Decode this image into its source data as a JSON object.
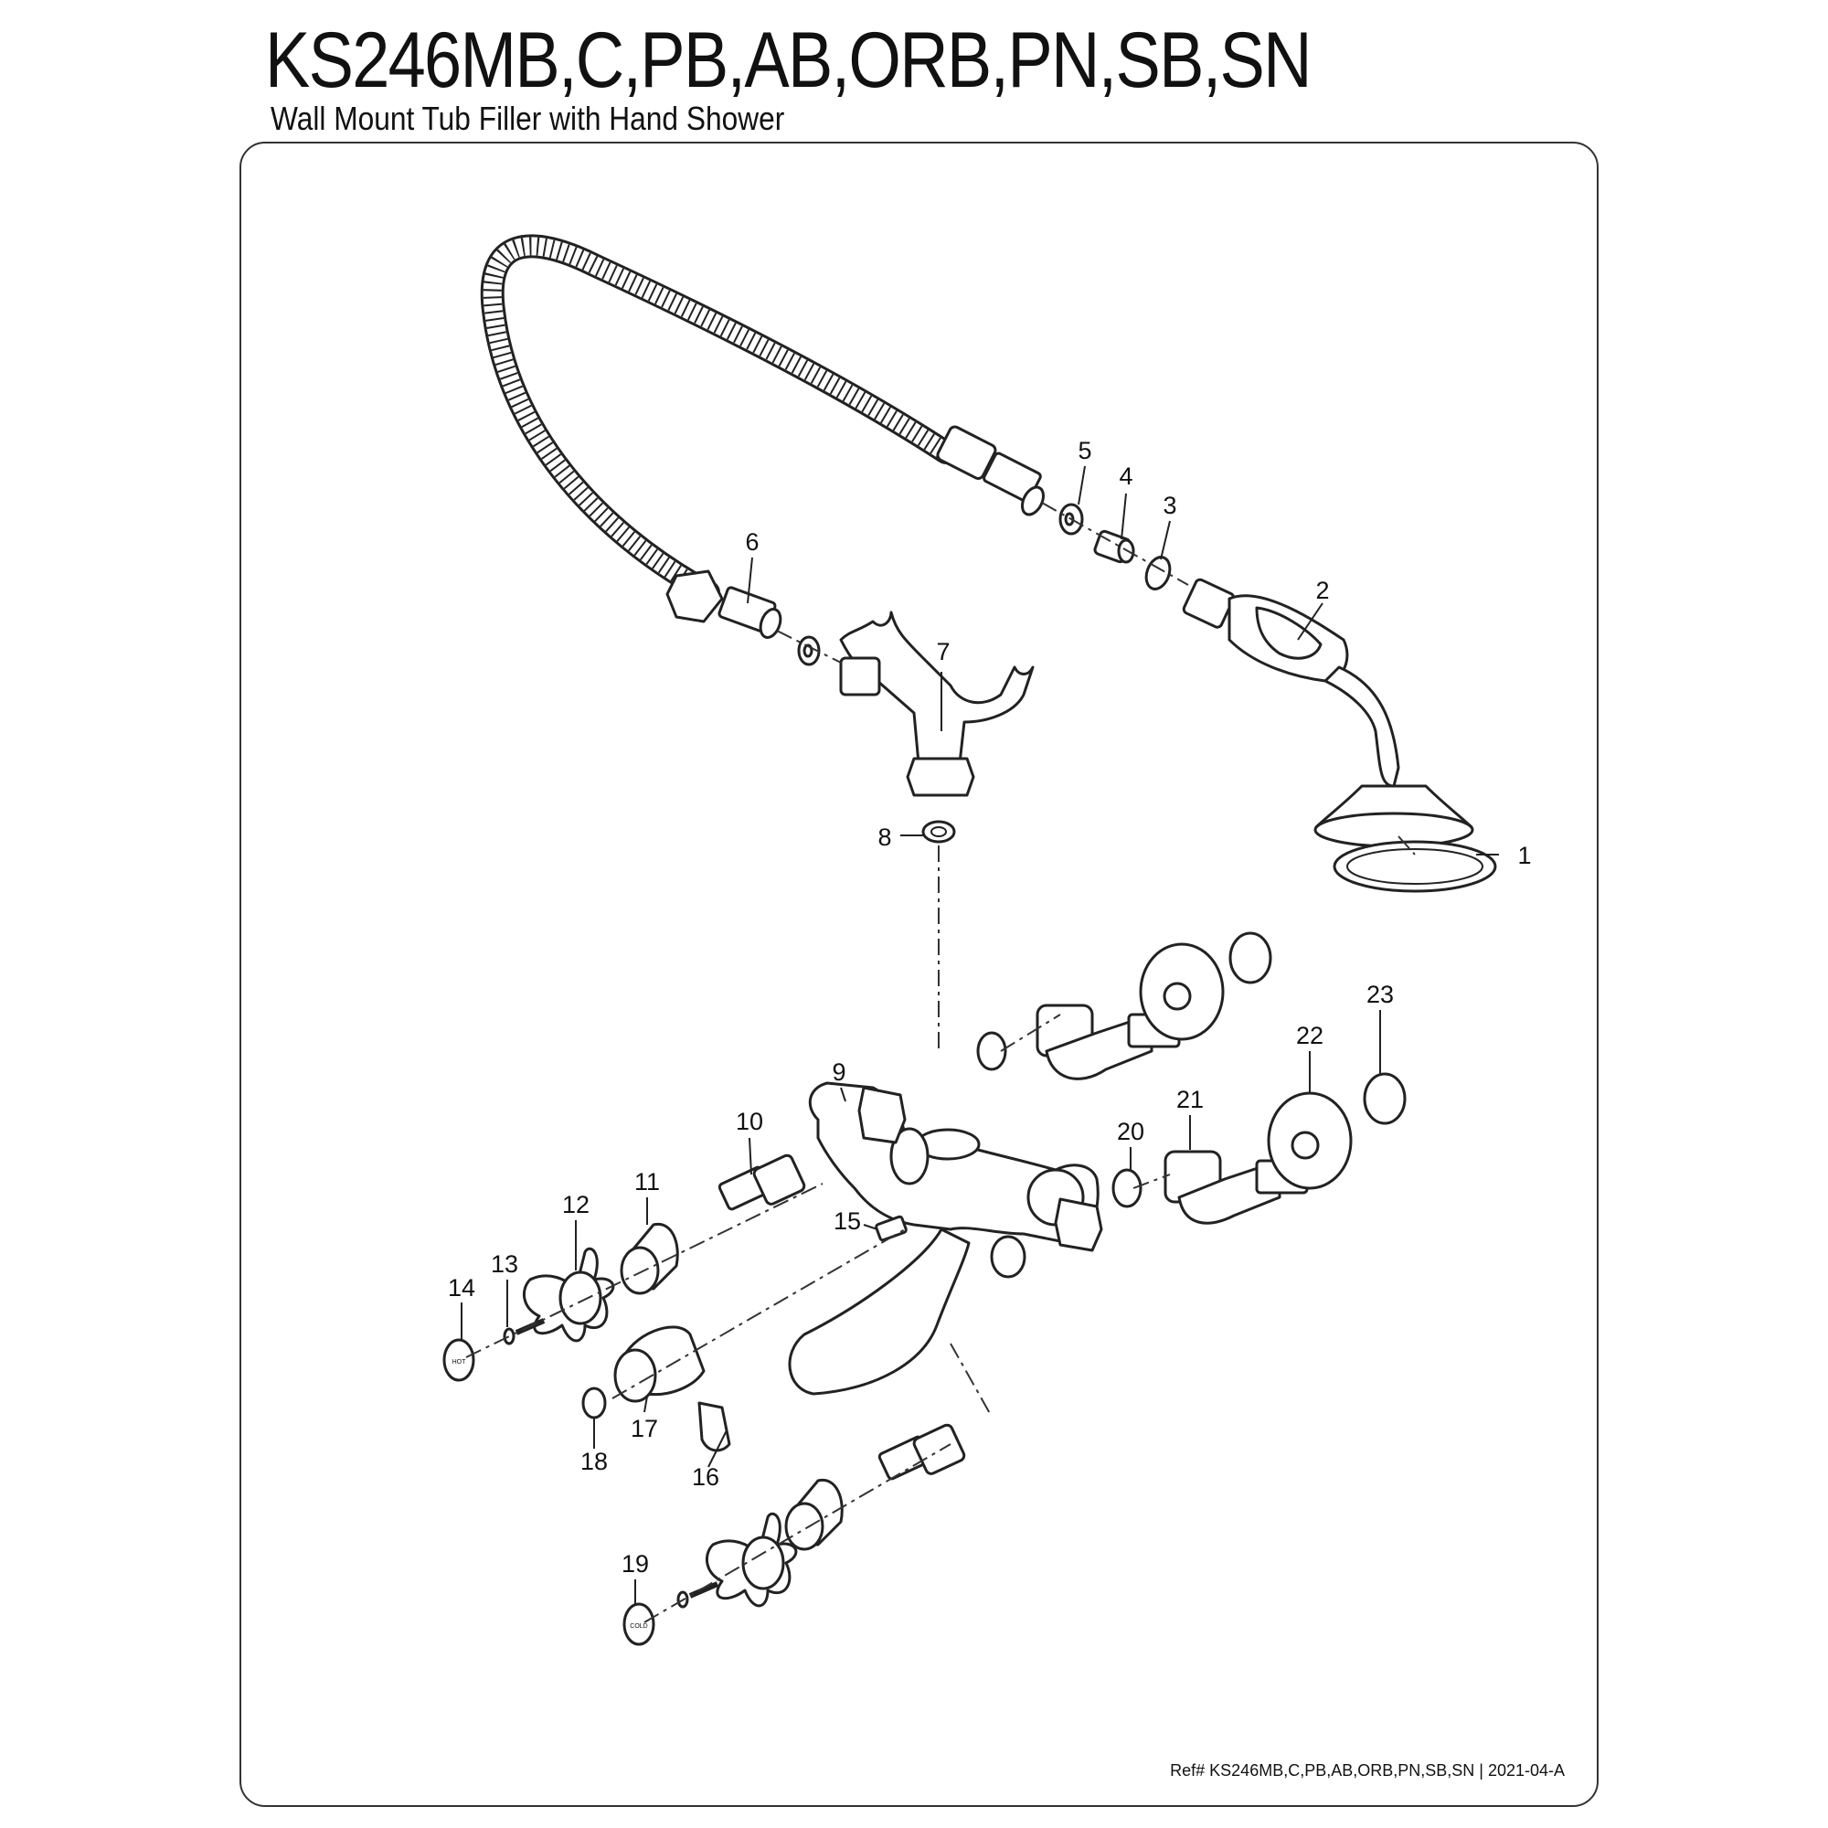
{
  "header": {
    "title": "KS246MB,C,PB,AB,ORB,PN,SB,SN",
    "subtitle": "Wall Mount Tub Filler with Hand Shower"
  },
  "footer": {
    "ref": "Ref# KS246MB,C,PB,AB,ORB,PN,SB,SN | 2021-04-A"
  },
  "callouts": [
    "1",
    "2",
    "3",
    "4",
    "5",
    "6",
    "7",
    "8",
    "9",
    "10",
    "11",
    "12",
    "13",
    "14",
    "15",
    "16",
    "17",
    "18",
    "19",
    "20",
    "21",
    "22",
    "23"
  ],
  "handle_caps": {
    "hot": "HOT",
    "cold": "COLD"
  }
}
